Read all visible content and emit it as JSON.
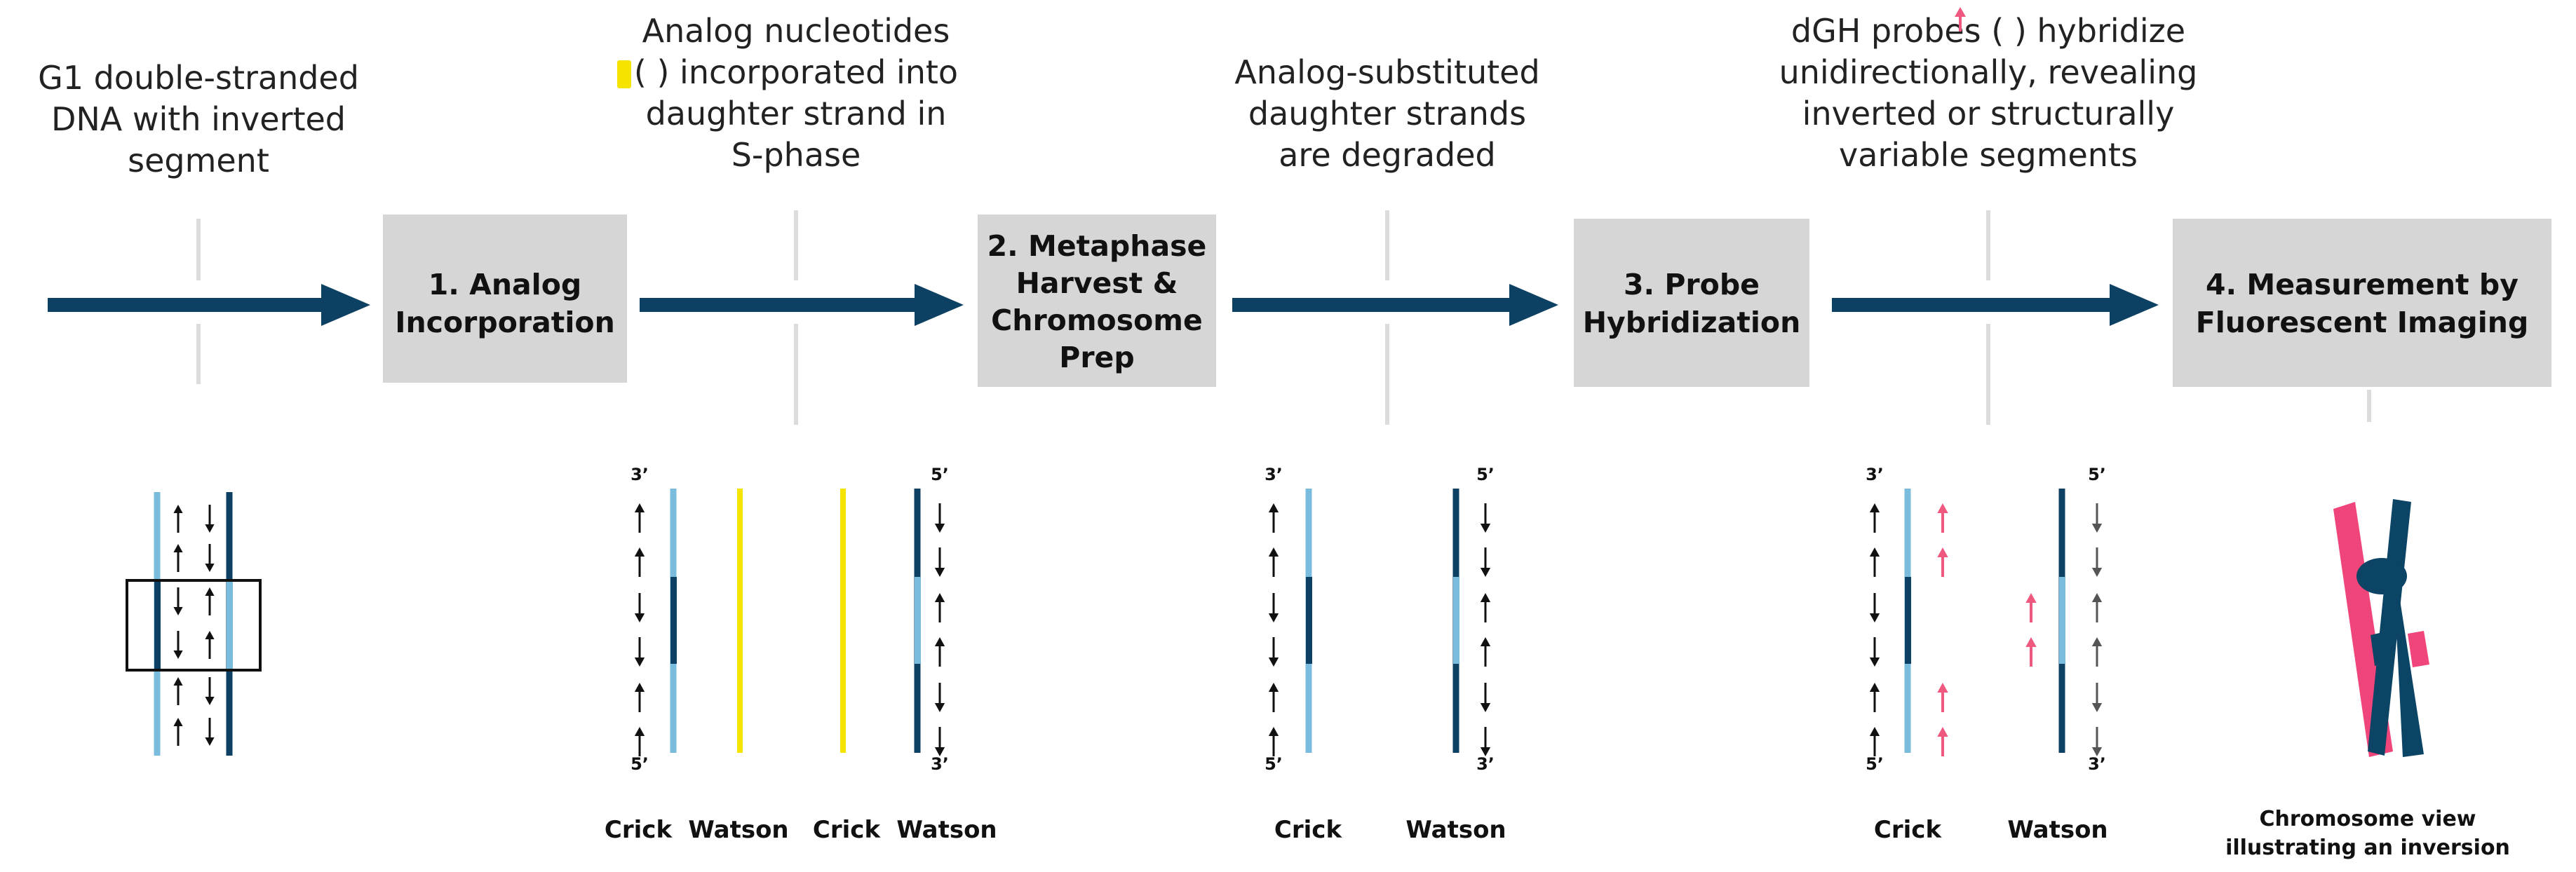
{
  "colors": {
    "arrow": "#0d4163",
    "box": "#d6d6d6",
    "connector": "#dcdcdc",
    "strand_light": "#79bcde",
    "strand_dark": "#0d4163",
    "analog": "#f4e400",
    "probe": "#f0597f",
    "chromosome_pink": "#f0457a",
    "chromosome_dark": "#0c4465"
  },
  "stages": [
    {
      "caption_lines": [
        "G1 double-stranded",
        "DNA with inverted",
        "segment"
      ]
    },
    {
      "caption_lines": [
        "Analog nucleotides",
        "(  ) incorporated into",
        "daughter strand in",
        "S-phase"
      ]
    },
    {
      "caption_lines": [
        "Analog-substituted",
        "daughter strands",
        "are degraded"
      ]
    },
    {
      "caption_lines": [
        "dGH probes (  ) hybridize",
        "unidirectionally, revealing",
        "inverted or structurally",
        "variable segments"
      ]
    }
  ],
  "steps": [
    {
      "lines": [
        "1. Analog",
        "Incorporation"
      ]
    },
    {
      "lines": [
        "2. Metaphase",
        "Harvest &",
        "Chromosome",
        "Prep"
      ]
    },
    {
      "lines": [
        "3. Probe",
        "Hybridization"
      ]
    },
    {
      "lines": [
        "4. Measurement by",
        "Fluorescent Imaging"
      ]
    }
  ],
  "strand_ends": {
    "three_prime": "3’",
    "five_prime": "5’"
  },
  "strand_labels": {
    "crick": "Crick",
    "watson": "Watson"
  },
  "chromosome_caption": [
    "Chromosome view",
    "illustrating an inversion"
  ],
  "icons": [
    "up-arrow-icon",
    "down-arrow-icon",
    "probe-arrow-icon",
    "analog-swatch-icon",
    "chromosome-icon"
  ]
}
